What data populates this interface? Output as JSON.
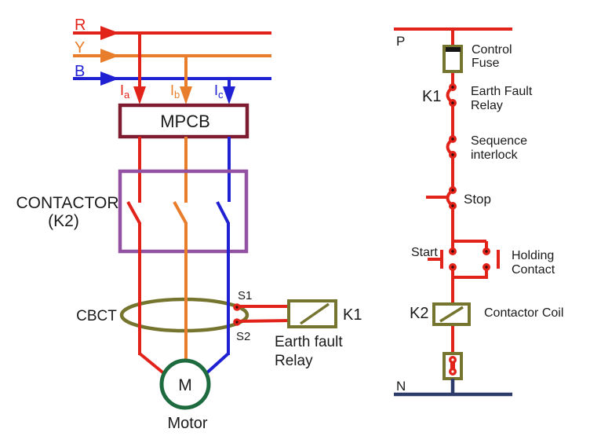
{
  "colors": {
    "red": "#e2231a",
    "orange": "#e87e2b",
    "blue": "#2021d3",
    "maroon": "#7d1b31",
    "purple": "#9351a2",
    "olive": "#75752f",
    "green": "#1e6b40",
    "navy": "#2c3b69",
    "text": "#1a1a1a",
    "dot_center": "#3a0a0a",
    "fuse_element": "#151515",
    "background": "#ffffff"
  },
  "power_circuit": {
    "phases": {
      "r": "R",
      "y": "Y",
      "b": "B"
    },
    "currents": {
      "ia": {
        "main": "I",
        "sub": "a"
      },
      "ib": {
        "main": "I",
        "sub": "b"
      },
      "ic": {
        "main": "I",
        "sub": "c"
      }
    },
    "mpcb_label": "MPCB",
    "contactor": {
      "line1": "CONTACTOR",
      "line2": "(K2)"
    },
    "cbct_label": "CBCT",
    "ct_terminals": {
      "s1": "S1",
      "s2": "S2"
    },
    "earth_fault_relay": {
      "tag": "K1",
      "line1": "Earth fault",
      "line2": "Relay"
    },
    "motor": {
      "symbol": "M",
      "label": "Motor"
    }
  },
  "control_circuit": {
    "phase_label": "P",
    "neutral_label": "N",
    "control_fuse": {
      "line1": "Control",
      "line2": "Fuse"
    },
    "k1_contact": {
      "tag": "K1",
      "line1": "Earth Fault",
      "line2": "Relay"
    },
    "sequence_interlock": {
      "line1": "Sequence",
      "line2": "interlock"
    },
    "stop_label": "Stop",
    "start_label": "Start",
    "holding_contact": {
      "line1": "Holding",
      "line2": "Contact"
    },
    "contactor_coil": {
      "tag": "K2",
      "label": "Contactor Coil"
    }
  }
}
